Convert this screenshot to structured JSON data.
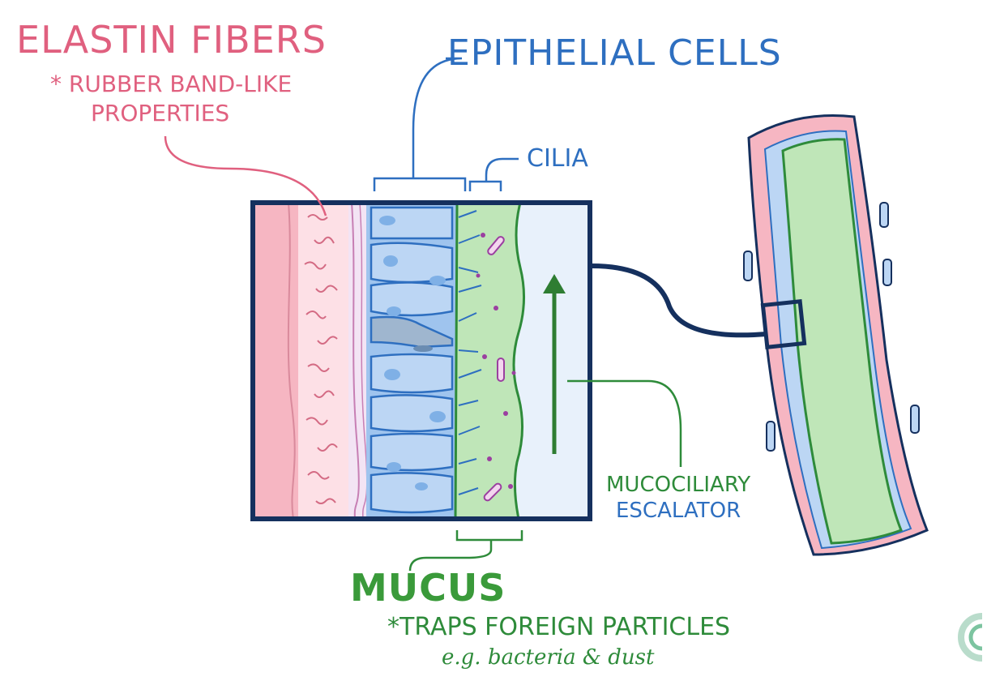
{
  "labels": {
    "elastin_title": "ELASTIN FIBERS",
    "elastin_note_1": "* RUBBER BAND-LIKE",
    "elastin_note_2": "PROPERTIES",
    "epithelial_title": "EPITHELIAL CELLS",
    "cilia_title": "CILIA",
    "escalator_1": "MUCOCILIARY",
    "escalator_2": "ESCALATOR",
    "mucus_title": "MUCUS",
    "mucus_note": "*TRAPS FOREIGN PARTICLES",
    "mucus_example": "e.g. bacteria & dust"
  },
  "colors": {
    "pink": "#e0607f",
    "blue": "#2e6fc0",
    "green": "#2e8b3a",
    "navy": "#15305e",
    "layer_pink": "#f6b6c2",
    "layer_light_pink": "#fde0e6",
    "cell_blue": "#bcd6f4",
    "mucus_green": "#bfe6b8",
    "air": "#e8f1fb"
  },
  "icons": [
    "upward-arrow-icon",
    "logo-icon"
  ]
}
